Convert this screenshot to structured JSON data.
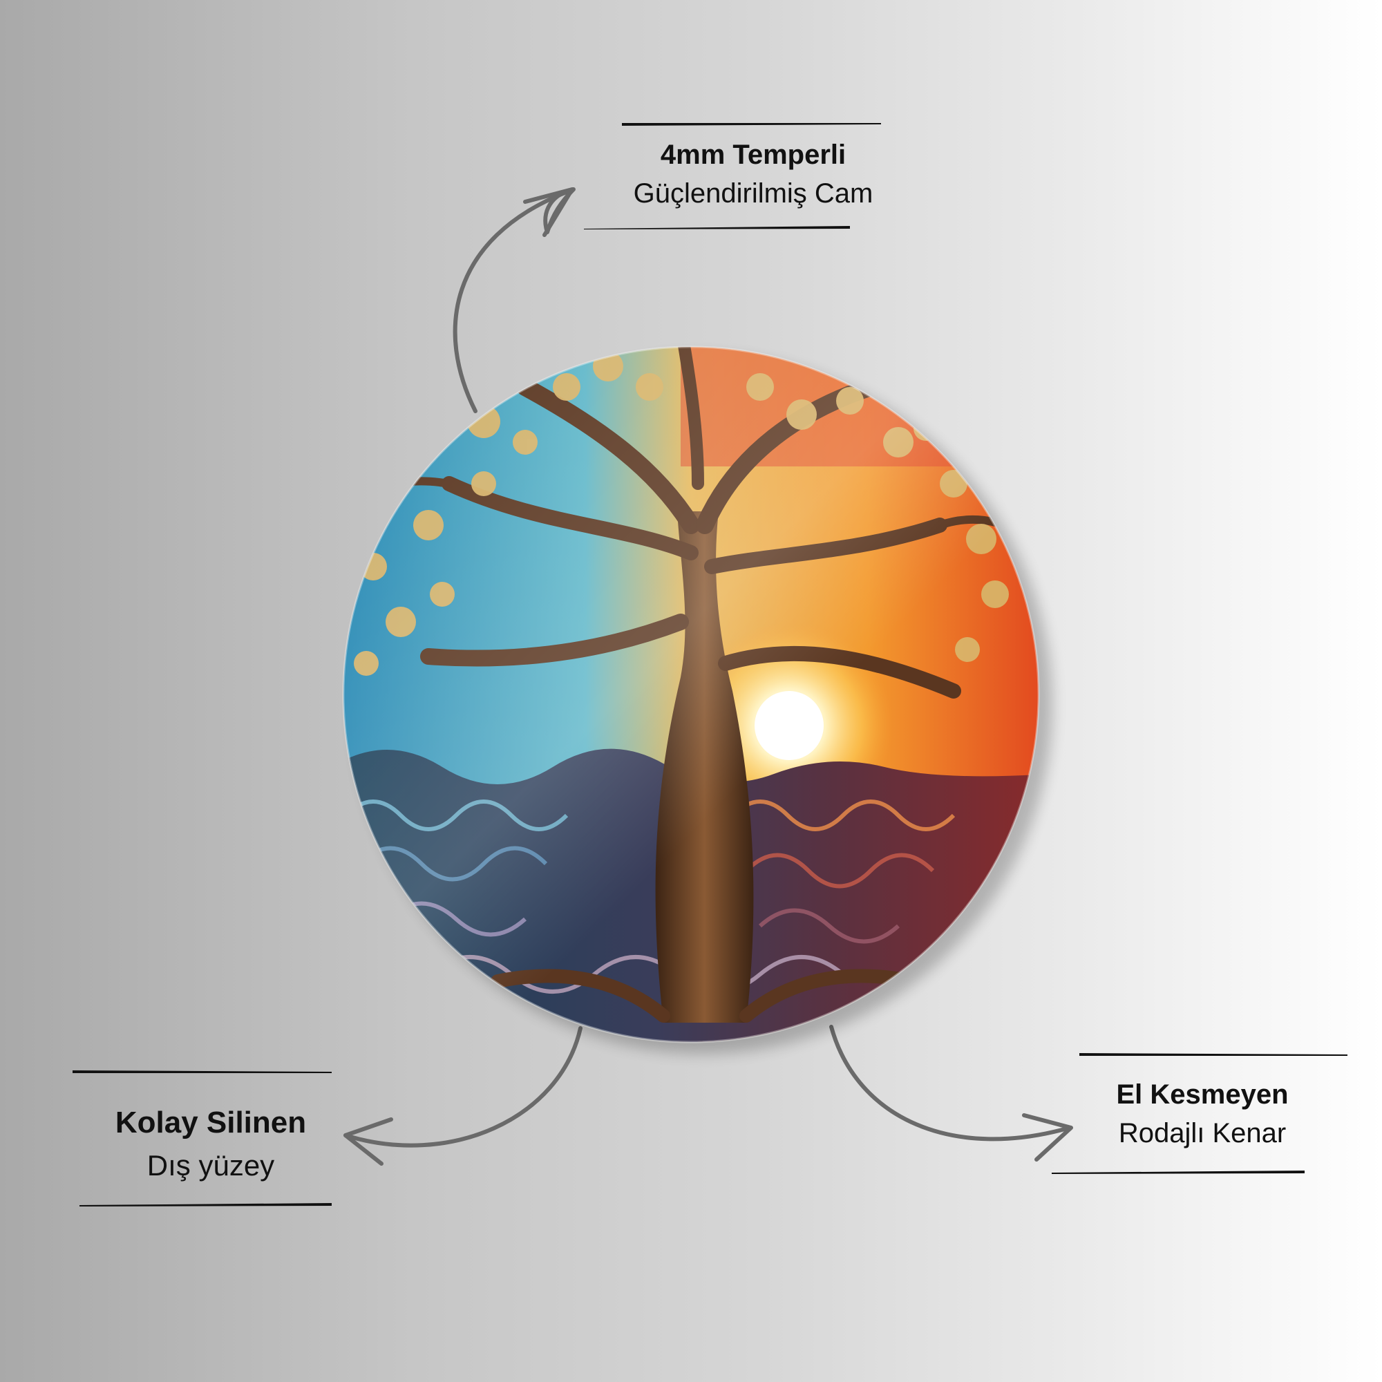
{
  "features": [
    {
      "title": "4mm Temperli",
      "subtitle": "Güçlendirilmiş Cam"
    },
    {
      "title": "Kolay Silinen",
      "subtitle": "Dış yüzey"
    },
    {
      "title": "El Kesmeyen",
      "subtitle": "Rodajlı Kenar"
    }
  ],
  "colors": {
    "sky_left": "#2a8fb5",
    "sky_right": "#e8611f",
    "sun": "#fff8e0",
    "trunk": "#5a3620",
    "leaves": "#d9b469",
    "arrow": "#6a6a6a",
    "rule": "#111111"
  },
  "icons": [
    "curved-arrow-icon",
    "tree-of-life-artwork"
  ]
}
